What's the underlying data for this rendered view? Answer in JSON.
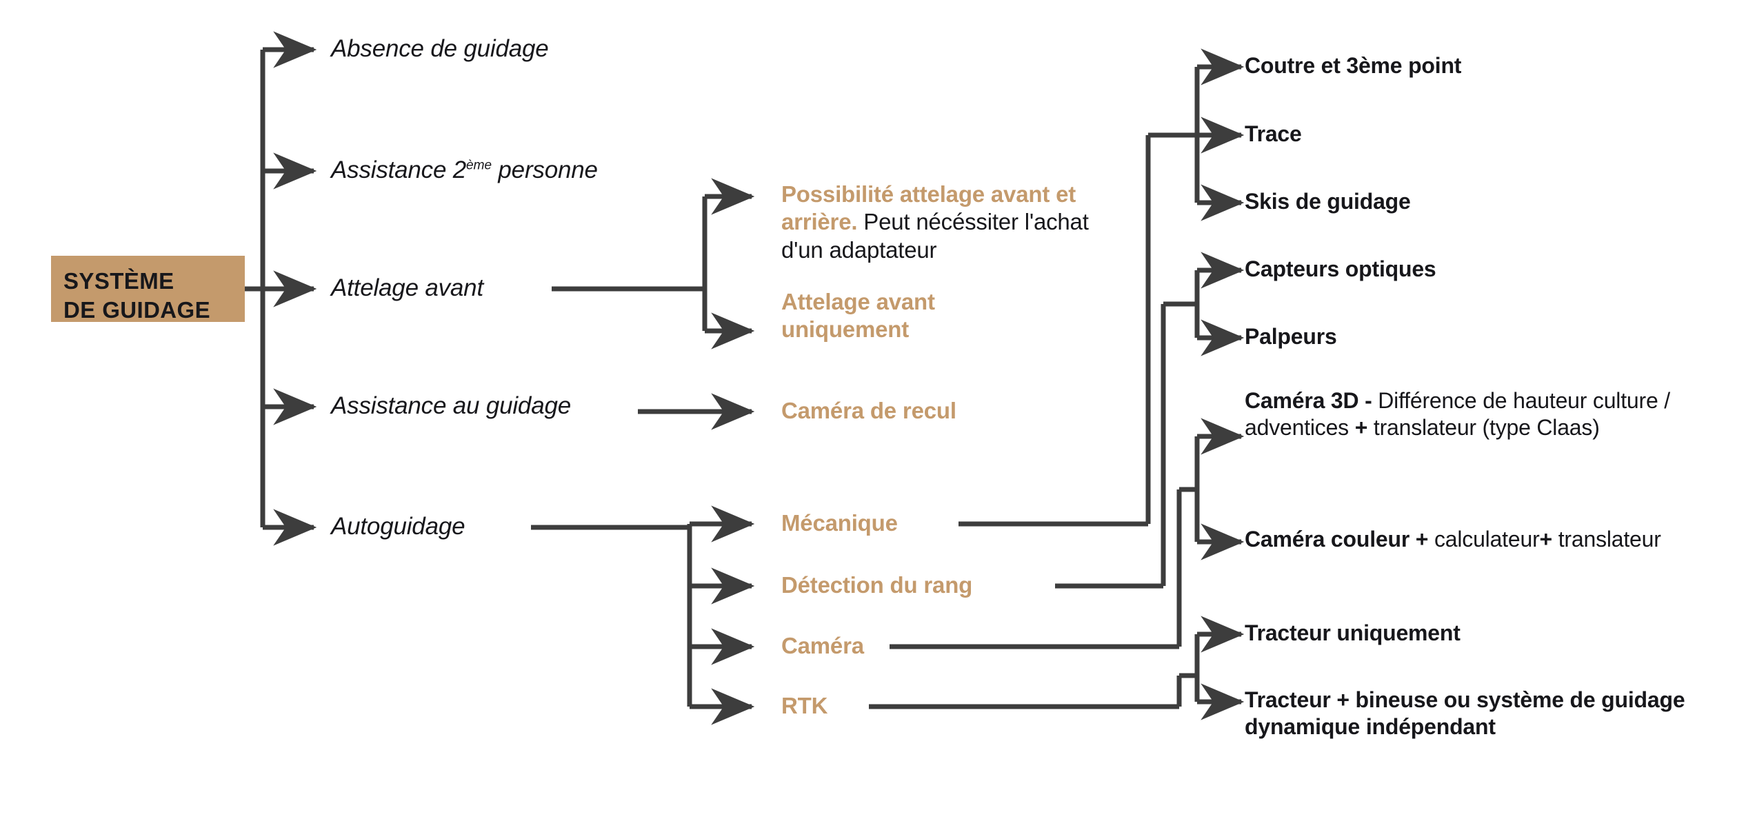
{
  "diagram": {
    "title_box": {
      "line1": "SYSTÈME",
      "line2": "DE GUIDAGE"
    },
    "colors": {
      "gold": "#C49A6C",
      "dark": "#17171b",
      "connector": "#3d3d3d",
      "background": "#ffffff"
    },
    "level1": [
      {
        "label": "Absence de guidage"
      },
      {
        "label_pre": "Assistance 2",
        "label_sup": "ème",
        "label_post": " personne"
      },
      {
        "label": "Attelage avant"
      },
      {
        "label": "Assistance au guidage"
      },
      {
        "label": "Autoguidage"
      }
    ],
    "level2": [
      {
        "gold_text": "Possibilité attelage avant et arrière.",
        "plain_text": " Peut nécéssiter l'achat d'un adaptateur"
      },
      {
        "gold_text": "Attelage avant uniquement",
        "plain_text": ""
      },
      {
        "gold_text": "Caméra de recul",
        "plain_text": ""
      },
      {
        "gold_text": "Mécanique",
        "plain_text": ""
      },
      {
        "gold_text": "Détection du rang",
        "plain_text": ""
      },
      {
        "gold_text": "Caméra",
        "plain_text": ""
      },
      {
        "gold_text": "RTK",
        "plain_text": ""
      }
    ],
    "level3": [
      {
        "bold1": "Coutre et 3ème point",
        "plain1": "",
        "bold2": "",
        "plain2": ""
      },
      {
        "bold1": "Trace",
        "plain1": "",
        "bold2": "",
        "plain2": ""
      },
      {
        "bold1": "Skis de guidage",
        "plain1": "",
        "bold2": "",
        "plain2": ""
      },
      {
        "bold1": "Capteurs optiques",
        "plain1": "",
        "bold2": "",
        "plain2": ""
      },
      {
        "bold1": "Palpeurs",
        "plain1": "",
        "bold2": "",
        "plain2": ""
      },
      {
        "bold1": "Caméra 3D - ",
        "plain1": "Différence de hauteur culture / adventices ",
        "bold2": "+",
        "plain2": " translateur (type Claas)"
      },
      {
        "bold1": "Caméra couleur ",
        "plain1": "",
        "bold2": "+",
        "plain2": " calculateur",
        "bold3": "+",
        "plain3": " translateur"
      },
      {
        "bold1": "Tracteur uniquement",
        "plain1": "",
        "bold2": "",
        "plain2": ""
      },
      {
        "bold1": "Tracteur + bineuse ou système de guidage dynamique indépendant",
        "plain1": "",
        "bold2": "",
        "plain2": ""
      }
    ]
  }
}
